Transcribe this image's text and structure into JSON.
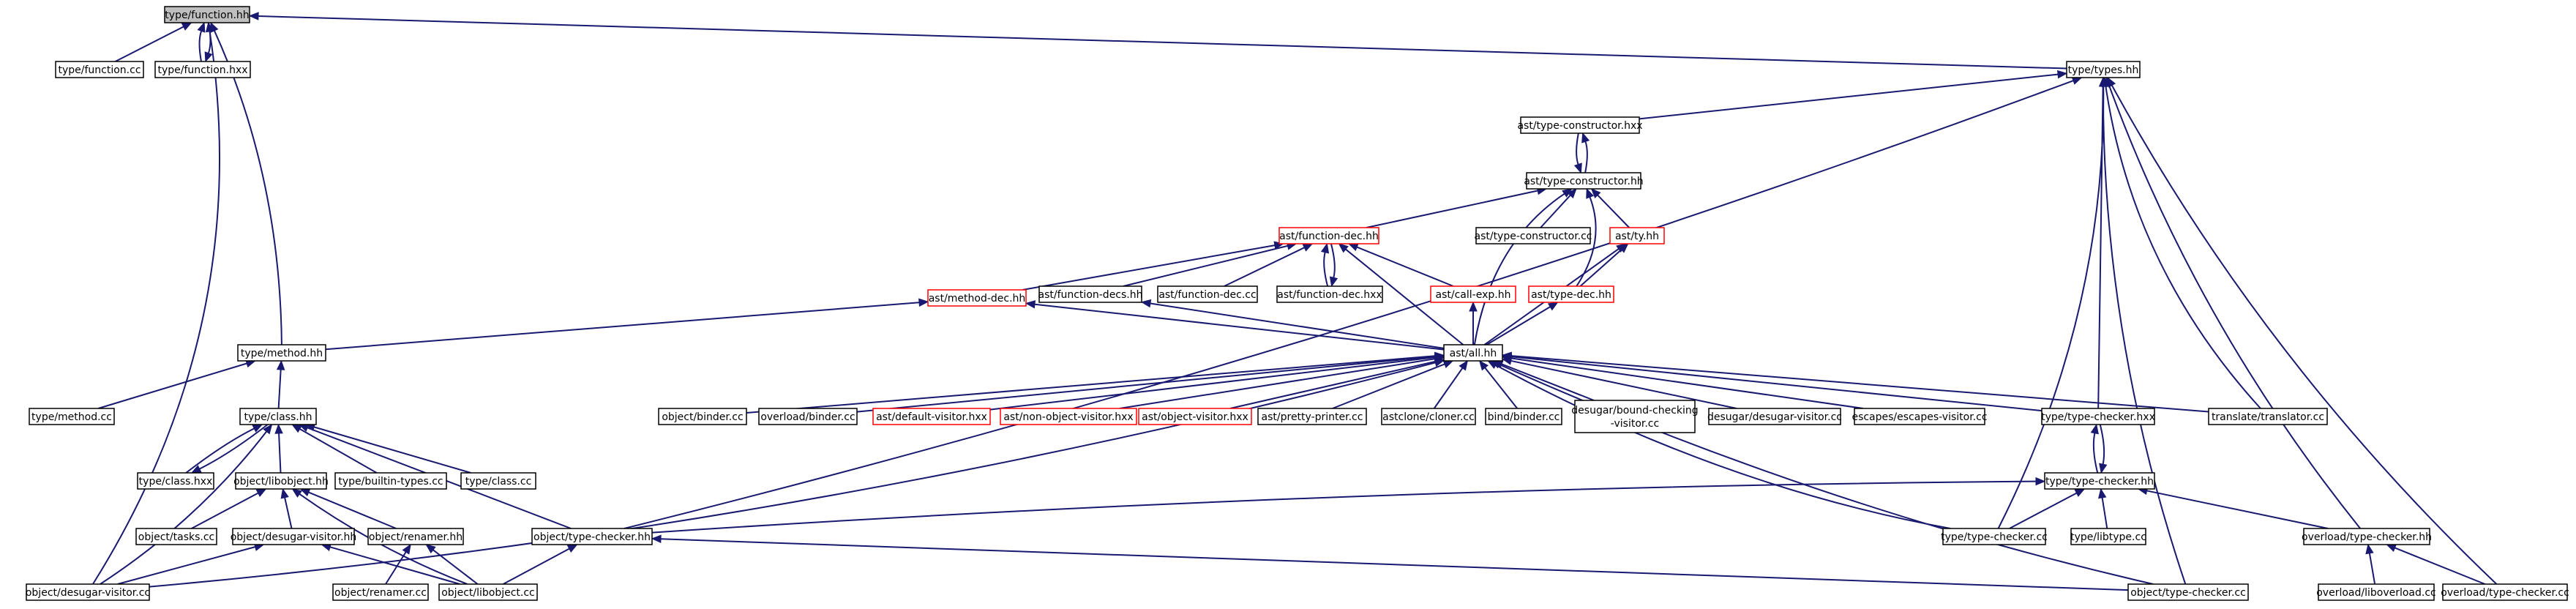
{
  "graph": {
    "title": "",
    "nodes": [
      {
        "id": "function_hh",
        "lines": [
          "type/function.hh"
        ],
        "style": "root"
      },
      {
        "id": "function_cc",
        "lines": [
          "type/function.cc"
        ],
        "style": "normal"
      },
      {
        "id": "function_hxx",
        "lines": [
          "type/function.hxx"
        ],
        "style": "normal"
      },
      {
        "id": "types_hh",
        "lines": [
          "type/types.hh"
        ],
        "style": "normal"
      },
      {
        "id": "type_constructor_hxx",
        "lines": [
          "ast/type-constructor.hxx"
        ],
        "style": "normal"
      },
      {
        "id": "type_constructor_hh",
        "lines": [
          "ast/type-constructor.hh"
        ],
        "style": "normal"
      },
      {
        "id": "function_dec_hh",
        "lines": [
          "ast/function-dec.hh"
        ],
        "style": "red"
      },
      {
        "id": "type_constructor_cc",
        "lines": [
          "ast/type-constructor.cc"
        ],
        "style": "normal"
      },
      {
        "id": "ty_hh",
        "lines": [
          "ast/ty.hh"
        ],
        "style": "red"
      },
      {
        "id": "method_dec_hh",
        "lines": [
          "ast/method-dec.hh"
        ],
        "style": "red"
      },
      {
        "id": "function_decs_hh",
        "lines": [
          "ast/function-decs.hh"
        ],
        "style": "normal"
      },
      {
        "id": "function_dec_cc",
        "lines": [
          "ast/function-dec.cc"
        ],
        "style": "normal"
      },
      {
        "id": "function_dec_hxx",
        "lines": [
          "ast/function-dec.hxx"
        ],
        "style": "normal"
      },
      {
        "id": "call_exp_hh",
        "lines": [
          "ast/call-exp.hh"
        ],
        "style": "red"
      },
      {
        "id": "type_dec_hh",
        "lines": [
          "ast/type-dec.hh"
        ],
        "style": "red"
      },
      {
        "id": "method_hh",
        "lines": [
          "type/method.hh"
        ],
        "style": "normal"
      },
      {
        "id": "all_hh",
        "lines": [
          "ast/all.hh"
        ],
        "style": "normal"
      },
      {
        "id": "method_cc",
        "lines": [
          "type/method.cc"
        ],
        "style": "normal"
      },
      {
        "id": "class_hh",
        "lines": [
          "type/class.hh"
        ],
        "style": "normal"
      },
      {
        "id": "object_binder_cc",
        "lines": [
          "object/binder.cc"
        ],
        "style": "normal"
      },
      {
        "id": "overload_binder_cc",
        "lines": [
          "overload/binder.cc"
        ],
        "style": "normal"
      },
      {
        "id": "default_visitor_hxx",
        "lines": [
          "ast/default-visitor.hxx"
        ],
        "style": "red"
      },
      {
        "id": "non_object_visitor_hxx",
        "lines": [
          "ast/non-object-visitor.hxx"
        ],
        "style": "red"
      },
      {
        "id": "object_visitor_hxx",
        "lines": [
          "ast/object-visitor.hxx"
        ],
        "style": "red"
      },
      {
        "id": "pretty_printer_cc",
        "lines": [
          "ast/pretty-printer.cc"
        ],
        "style": "normal"
      },
      {
        "id": "cloner_cc",
        "lines": [
          "astclone/cloner.cc"
        ],
        "style": "normal"
      },
      {
        "id": "bind_binder_cc",
        "lines": [
          "bind/binder.cc"
        ],
        "style": "normal"
      },
      {
        "id": "bound_checking_visitor_cc",
        "lines": [
          "desugar/bound-checking",
          "-visitor.cc"
        ],
        "style": "normal"
      },
      {
        "id": "desugar_desugar_visitor_cc",
        "lines": [
          "desugar/desugar-visitor.cc"
        ],
        "style": "normal"
      },
      {
        "id": "escapes_visitor_cc",
        "lines": [
          "escapes/escapes-visitor.cc"
        ],
        "style": "normal"
      },
      {
        "id": "type_checker_hxx",
        "lines": [
          "type/type-checker.hxx"
        ],
        "style": "normal"
      },
      {
        "id": "translator_cc",
        "lines": [
          "translate/translator.cc"
        ],
        "style": "normal"
      },
      {
        "id": "class_hxx",
        "lines": [
          "type/class.hxx"
        ],
        "style": "normal"
      },
      {
        "id": "builtin_types_cc",
        "lines": [
          "type/builtin-types.cc"
        ],
        "style": "normal"
      },
      {
        "id": "class_cc",
        "lines": [
          "type/class.cc"
        ],
        "style": "normal"
      },
      {
        "id": "libobject_hh",
        "lines": [
          "object/libobject.hh"
        ],
        "style": "normal"
      },
      {
        "id": "type_checker_hh",
        "lines": [
          "type/type-checker.hh"
        ],
        "style": "normal"
      },
      {
        "id": "tasks_cc",
        "lines": [
          "object/tasks.cc"
        ],
        "style": "normal"
      },
      {
        "id": "object_desugar_visitor_hh",
        "lines": [
          "object/desugar-visitor.hh"
        ],
        "style": "normal"
      },
      {
        "id": "renamer_hh",
        "lines": [
          "object/renamer.hh"
        ],
        "style": "normal"
      },
      {
        "id": "object_type_checker_hh",
        "lines": [
          "object/type-checker.hh"
        ],
        "style": "normal"
      },
      {
        "id": "type_type_checker_cc",
        "lines": [
          "type/type-checker.cc"
        ],
        "style": "normal"
      },
      {
        "id": "libtype_cc",
        "lines": [
          "type/libtype.cc"
        ],
        "style": "normal"
      },
      {
        "id": "overload_type_checker_hh",
        "lines": [
          "overload/type-checker.hh"
        ],
        "style": "normal"
      },
      {
        "id": "object_desugar_visitor_cc",
        "lines": [
          "object/desugar-visitor.cc"
        ],
        "style": "normal"
      },
      {
        "id": "renamer_cc",
        "lines": [
          "object/renamer.cc"
        ],
        "style": "normal"
      },
      {
        "id": "libobject_cc",
        "lines": [
          "object/libobject.cc"
        ],
        "style": "normal"
      },
      {
        "id": "object_type_checker_cc",
        "lines": [
          "object/type-checker.cc"
        ],
        "style": "normal"
      },
      {
        "id": "liboverload_cc",
        "lines": [
          "overload/liboverload.cc"
        ],
        "style": "normal"
      },
      {
        "id": "overload_type_checker_cc",
        "lines": [
          "overload/type-checker.cc"
        ],
        "style": "normal"
      }
    ]
  }
}
